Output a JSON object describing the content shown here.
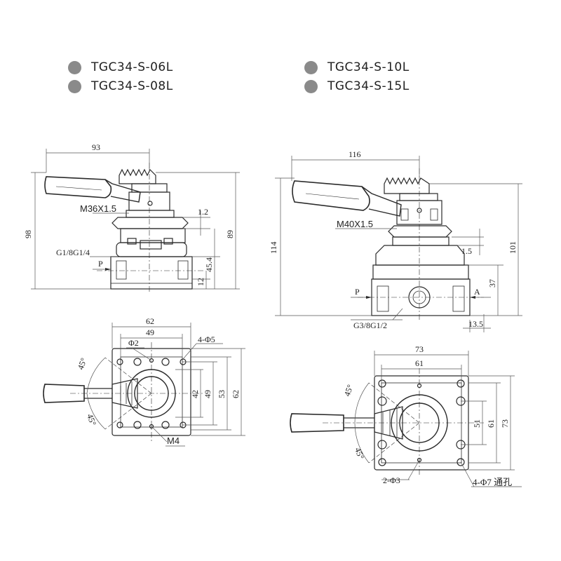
{
  "models": [
    {
      "label": "TGC34-S-06L"
    },
    {
      "label": "TGC34-S-08L"
    },
    {
      "label": "TGC34-S-10L"
    },
    {
      "label": "TGC34-S-15L"
    }
  ],
  "colors": {
    "bullet": "#8a8a8a",
    "line": "#2a2a2a",
    "dim": "#555555"
  },
  "small_side": {
    "width_93": "93",
    "height_98": "98",
    "height_89": "89",
    "thread": "M36X1.5",
    "dim_1_2": "1.2",
    "dim_45_4": "45.4",
    "dim_12": "12",
    "port_thread": "G1/8G1/4",
    "port_p": "P"
  },
  "large_side": {
    "width_116": "116",
    "height_114": "114",
    "height_101": "101",
    "thread": "M40X1.5",
    "dim_1_5": "1.5",
    "dim_37": "37",
    "dim_13_5": "13.5",
    "port_thread": "G3/8G1/2",
    "port_p": "P",
    "port_a": "A"
  },
  "small_top": {
    "dim_62w": "62",
    "dim_49w": "49",
    "phi2": "Φ2",
    "holes": "4-Φ5",
    "dim_42": "42",
    "dim_49h": "49",
    "dim_53": "53",
    "dim_62h": "62",
    "angle_top": "45°",
    "angle_bottom": "45°",
    "thread": "M4"
  },
  "large_top": {
    "dim_73w": "73",
    "dim_61w": "61",
    "dim_51": "51",
    "dim_61h": "61",
    "dim_73h": "73",
    "angle_top": "45°",
    "angle_bottom": "45°",
    "pin_holes": "2-Φ3",
    "holes": "4-Φ7 通孔"
  }
}
